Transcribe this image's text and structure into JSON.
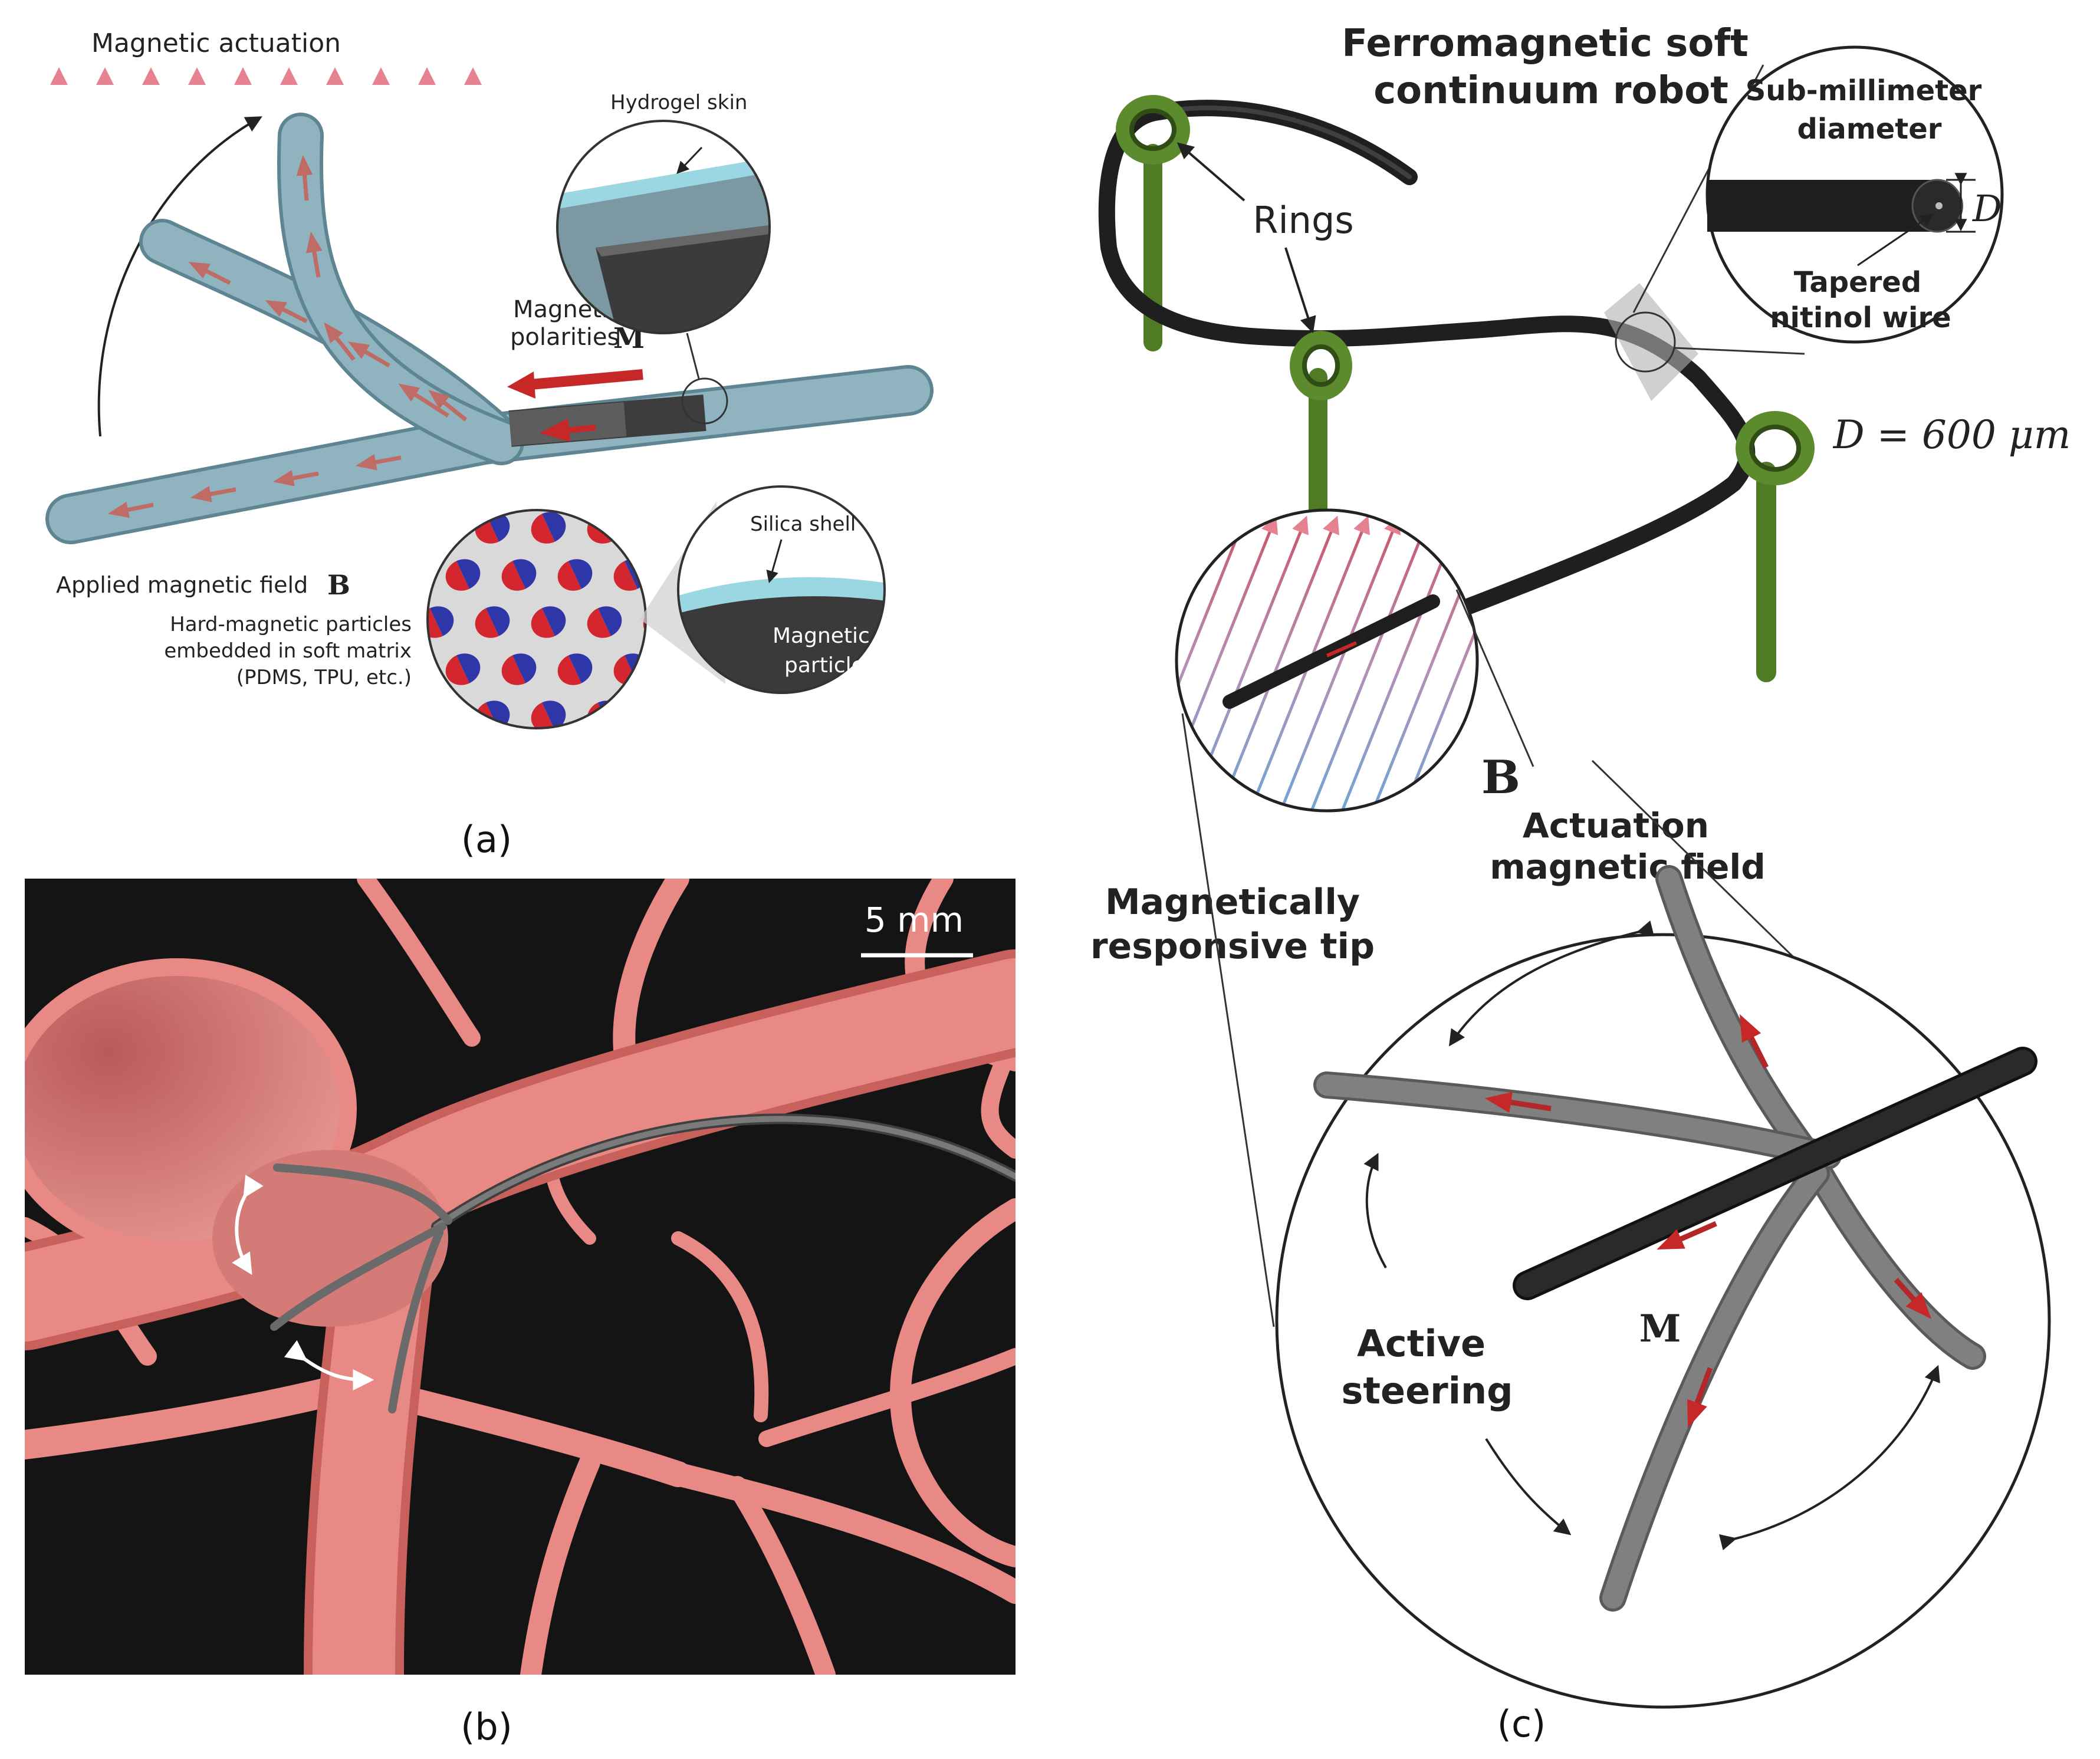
{
  "panel_a": {
    "title": "Magnetic actuation",
    "hydrogel": "Hydrogel skin",
    "polarities_line1": "Magnetic",
    "polarities_line2": "polarities",
    "polarities_symbol": "M",
    "applied_field": "Applied magnetic field",
    "applied_field_symbol": "B",
    "particles_line1": "Hard-magnetic particles",
    "particles_line2": "embedded in soft matrix",
    "particles_line3": "(PDMS, TPU, etc.)",
    "silica": "Silica shell",
    "particle_line1": "Magnetic",
    "particle_line2": "particle",
    "caption": "(a)"
  },
  "panel_b": {
    "scale": "5 mm",
    "caption": "(b)"
  },
  "panel_c": {
    "title_line1": "Ferromagnetic soft",
    "title_line2": "continuum robot",
    "rings": "Rings",
    "sub_line1": "Sub-millimeter",
    "sub_line2": "diameter",
    "d_symbol": "D",
    "tapered_line1": "Tapered",
    "tapered_line2": "nitinol wire",
    "diameter_value": "D = 600 μm",
    "b_symbol": "B",
    "actuation_line1": "Actuation",
    "actuation_line2": "magnetic field",
    "tip_line1": "Magnetically",
    "tip_line2": "responsive tip",
    "m_symbol": "M",
    "steering_line1": "Active",
    "steering_line2": "steering",
    "caption": "(c)"
  },
  "colors": {
    "field_red": "#e4828f",
    "field_blue": "#7fb3df",
    "rod": "#7fa4b0",
    "polarity": "#c62828",
    "vessel": "#e88985",
    "background_b": "#141414",
    "ring": "#5c8b2e",
    "hydrogel": "#9ad7e3"
  }
}
